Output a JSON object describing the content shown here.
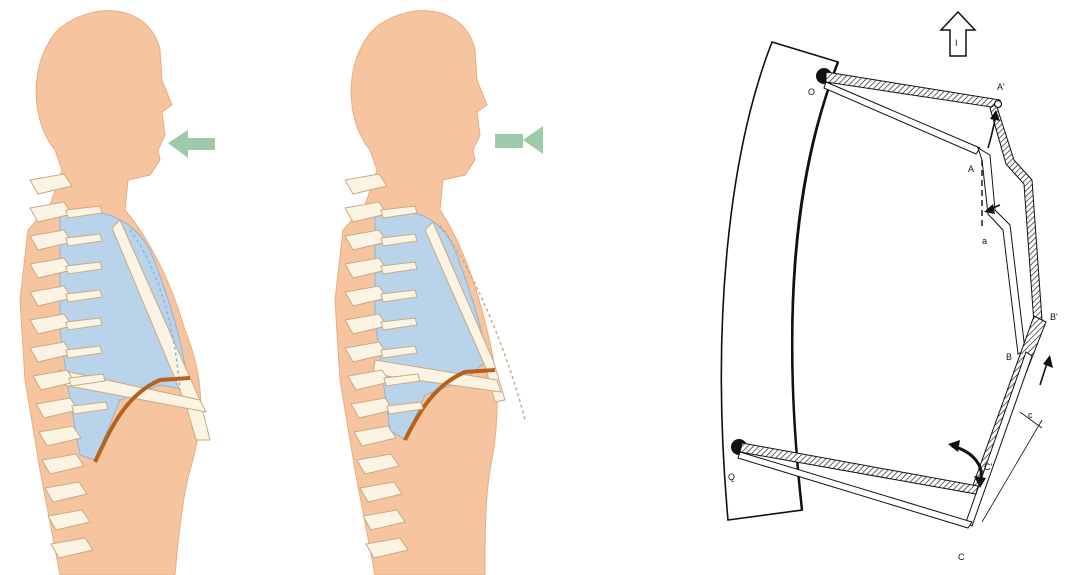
{
  "colors": {
    "skin": "#f6c59f",
    "skin_edge": "#e8ac82",
    "lung": "#b9d3ea",
    "lung_edge": "#8fb3d3",
    "bone": "#fbf4e4",
    "bone_edge": "#caa980",
    "diaphragm": "#b4621e",
    "arrow_green": "#9fcaa9",
    "ink": "#111111"
  },
  "panels": {
    "inhale": {
      "arrow_direction": "toward-mouth"
    },
    "exhale": {
      "arrow_direction": "away-from-mouth"
    }
  },
  "mechanism": {
    "labels": {
      "O": "O",
      "I": "I",
      "A_prime": "A'",
      "A": "A",
      "a": "a",
      "B_prime": "B'",
      "B": "B",
      "c": "c",
      "C_prime": "C'",
      "Q": "Q",
      "C": "C"
    }
  }
}
